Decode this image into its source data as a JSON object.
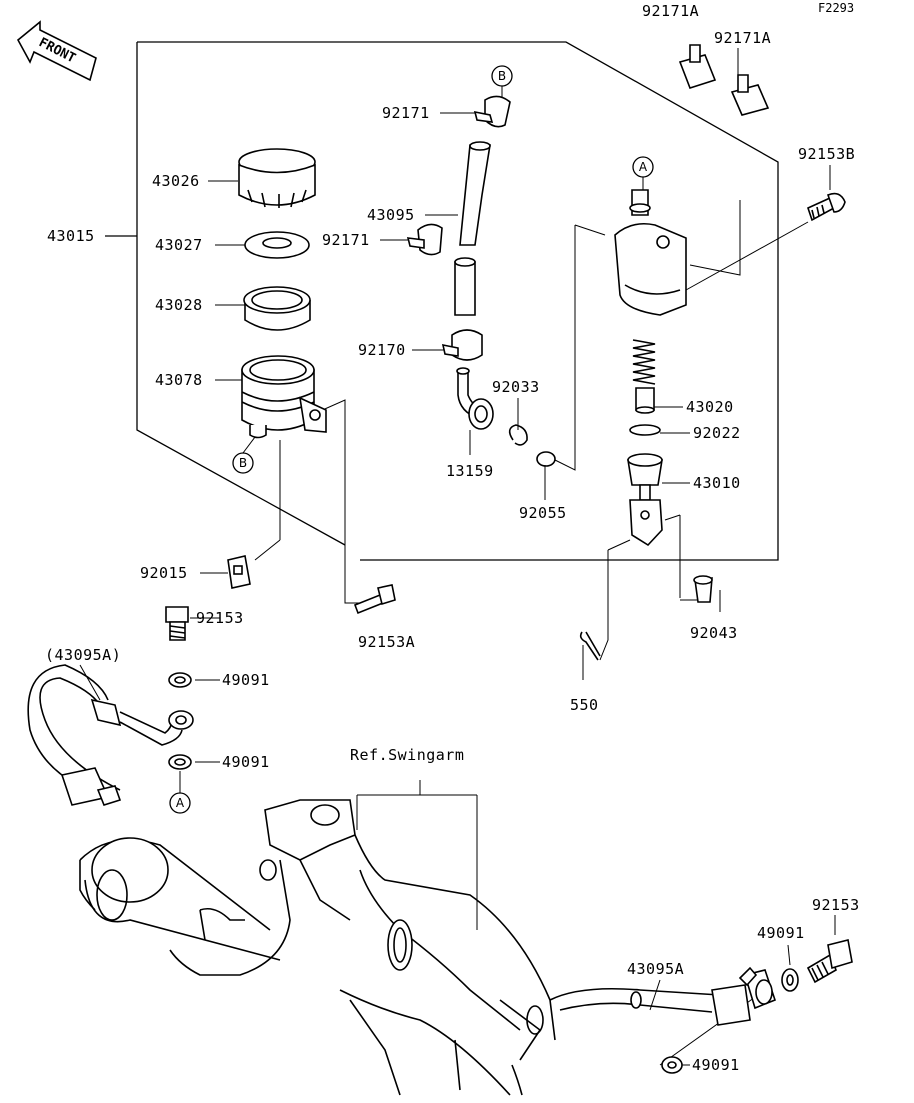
{
  "diagram": {
    "code": "F2293",
    "front_label": "FRONT",
    "reference_label": "Ref.Swingarm",
    "labels": {
      "p92171A_top": "92171A",
      "p92171A_second": "92171A",
      "p92153B": "92153B",
      "p92171_upper": "92171",
      "p43026": "43026",
      "p43095": "43095",
      "p43015": "43015",
      "p43027": "43027",
      "p92171_lower": "92171",
      "p43028": "43028",
      "p92170": "92170",
      "p43078": "43078",
      "p92033": "92033",
      "p43020": "43020",
      "p92022": "92022",
      "p13159": "13159",
      "p43010": "43010",
      "p92055": "92055",
      "p92015": "92015",
      "p92153": "92153",
      "p92153A": "92153A",
      "p92043": "92043",
      "p43095A_paren": "(43095A)",
      "p49091_a": "49091",
      "p49091_b": "49091",
      "p550": "550",
      "p92153_right": "92153",
      "p49091_right": "49091",
      "p43095A": "43095A",
      "p49091_bottom": "49091"
    },
    "callouts": {
      "a_top": "A",
      "a_bottom": "A",
      "b_top": "B",
      "b_bottom": "B"
    }
  }
}
